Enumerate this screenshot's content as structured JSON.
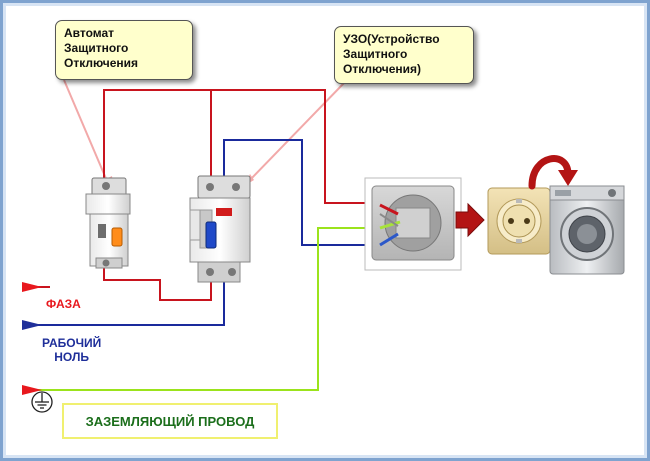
{
  "callouts": {
    "breaker": "Автомат\nЗащитного\nОтключения",
    "rcd": "УЗО(Устройство\nЗащитного\nОтключения)"
  },
  "lines": {
    "phase": "ФАЗА",
    "neutral": "РАБОЧИЙ\nНОЛЬ",
    "ground": "ЗАЗЕМЛЯЮЩИЙ ПРОВОД"
  },
  "colors": {
    "phase_wire": "#c8141e",
    "neutral_wire": "#1a2a9c",
    "ground_wire": "#9be31c",
    "phase_label": "#e8181e",
    "neutral_label": "#1f2f9a",
    "ground_label": "#1b6e1b",
    "callout_bg": "#ffffcc"
  },
  "icons": [
    "circuit-breaker-icon",
    "rcd-icon",
    "junction-box-icon",
    "socket-icon",
    "washing-machine-icon",
    "ground-symbol-icon"
  ]
}
